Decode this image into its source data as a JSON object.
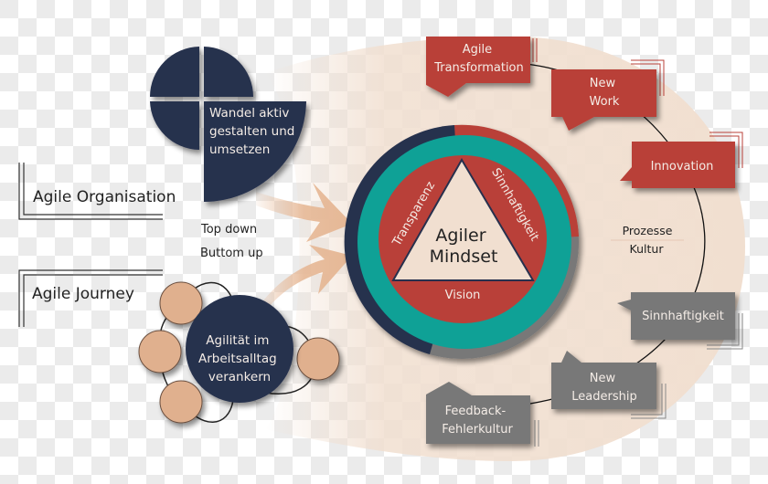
{
  "colors": {
    "navy": "#27304d",
    "teal": "#0fa196",
    "red": "#b94039",
    "gray": "#787878",
    "beige": "#f1dfd0",
    "peach": "#e0b08e",
    "text_dark": "#222222",
    "text_light": "#f4ece6"
  },
  "left_labels": {
    "agile_organisation": "Agile Organisation",
    "agile_journey": "Agile Journey"
  },
  "quarter_graphic": {
    "text_lines": [
      "Wandel aktiv",
      "gestalten und",
      "umsetzen"
    ]
  },
  "hub_graphic": {
    "text_lines": [
      "Agilität im",
      "Arbeitsalltag",
      "verankern"
    ]
  },
  "arrows": {
    "top_down": "Top down",
    "bottom_up": "Buttom up"
  },
  "mindset_circle": {
    "center_lines": [
      "Agiler",
      "Mindset"
    ],
    "left_side": "Transparenz",
    "right_side": "Sinnhaftigkeit",
    "bottom_side": "Vision"
  },
  "cycle_center": {
    "line1": "Prozesse",
    "line2": "Kultur"
  },
  "callouts": [
    {
      "lines": [
        "Agile",
        "Transformation"
      ],
      "color": "red"
    },
    {
      "lines": [
        "New",
        "Work"
      ],
      "color": "red"
    },
    {
      "lines": [
        "Innovation"
      ],
      "color": "red"
    },
    {
      "lines": [
        "Sinnhaftigkeit"
      ],
      "color": "gray"
    },
    {
      "lines": [
        "New",
        "Leadership"
      ],
      "color": "gray"
    },
    {
      "lines": [
        "Feedback-",
        "Fehlerkultur"
      ],
      "color": "gray"
    }
  ]
}
